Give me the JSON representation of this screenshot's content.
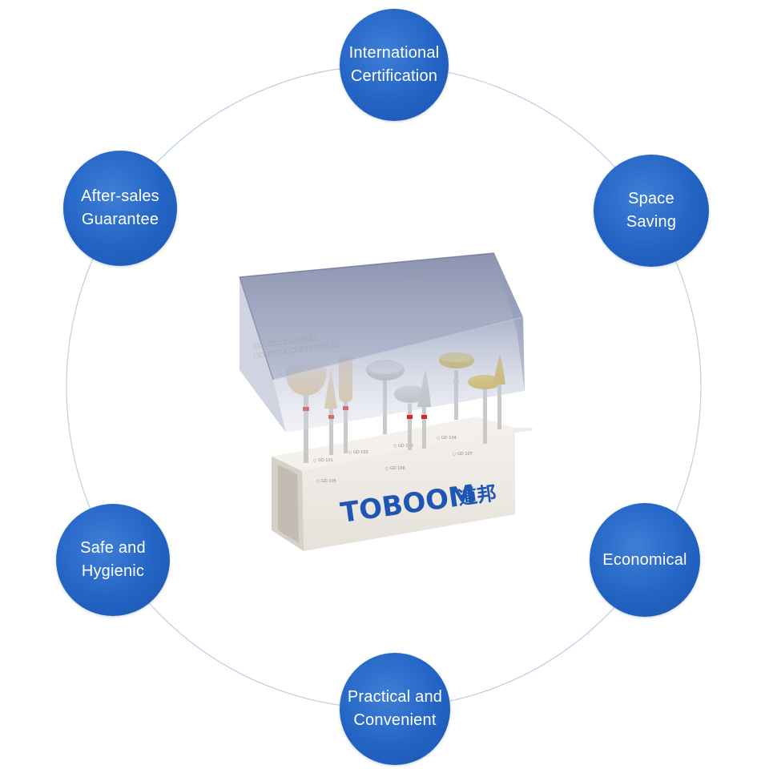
{
  "features": {
    "international_certification": "International\nCertification",
    "space_saving": "Space\nSaving",
    "economical": "Economical",
    "practical_convenient": "Practical and\nConvenient",
    "safe_hygienic": "Safe and\nHygienic",
    "after_sales": "After-sales\nGuarantee"
  },
  "product": {
    "brand_name": "TOBOOM",
    "brand_cn": "道邦"
  },
  "colors": {
    "circle_blue": "#2363c3",
    "ring_line": "#b9cfe6",
    "brand_blue": "#1f56b3"
  }
}
